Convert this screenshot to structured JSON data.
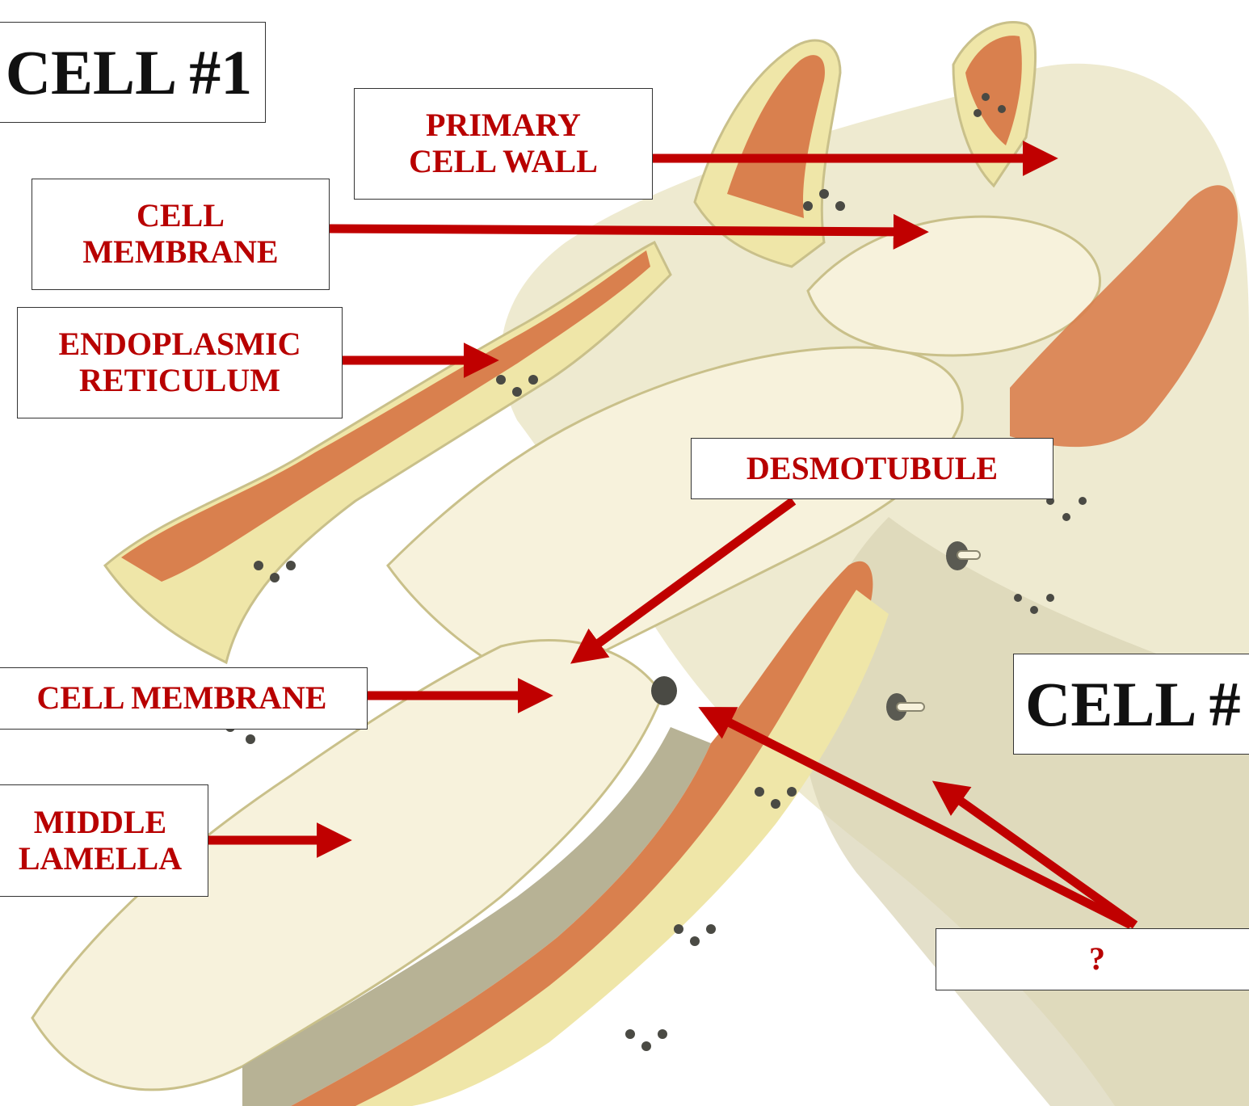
{
  "labels": {
    "cell1": "CELL #1",
    "cell2": "CELL #",
    "primary_cell_wall": "PRIMARY\nCELL WALL",
    "cell_membrane_top": "CELL\nMEMBRANE",
    "endoplasmic_reticulum": "ENDOPLASMIC\nRETICULUM",
    "desmotubule": "DESMOTUBULE",
    "cell_membrane_bottom": "CELL MEMBRANE",
    "middle_lamella": "MIDDLE\nLAMELLA",
    "unknown": "?"
  },
  "colors": {
    "label_text": "#b80000",
    "arrow": "#c00000",
    "wall": "#f7f2dc",
    "cytoplasm": "#efe6a8",
    "er": "#d9804e",
    "lamella": "#b7b295",
    "ribosome": "#4a4a44"
  }
}
